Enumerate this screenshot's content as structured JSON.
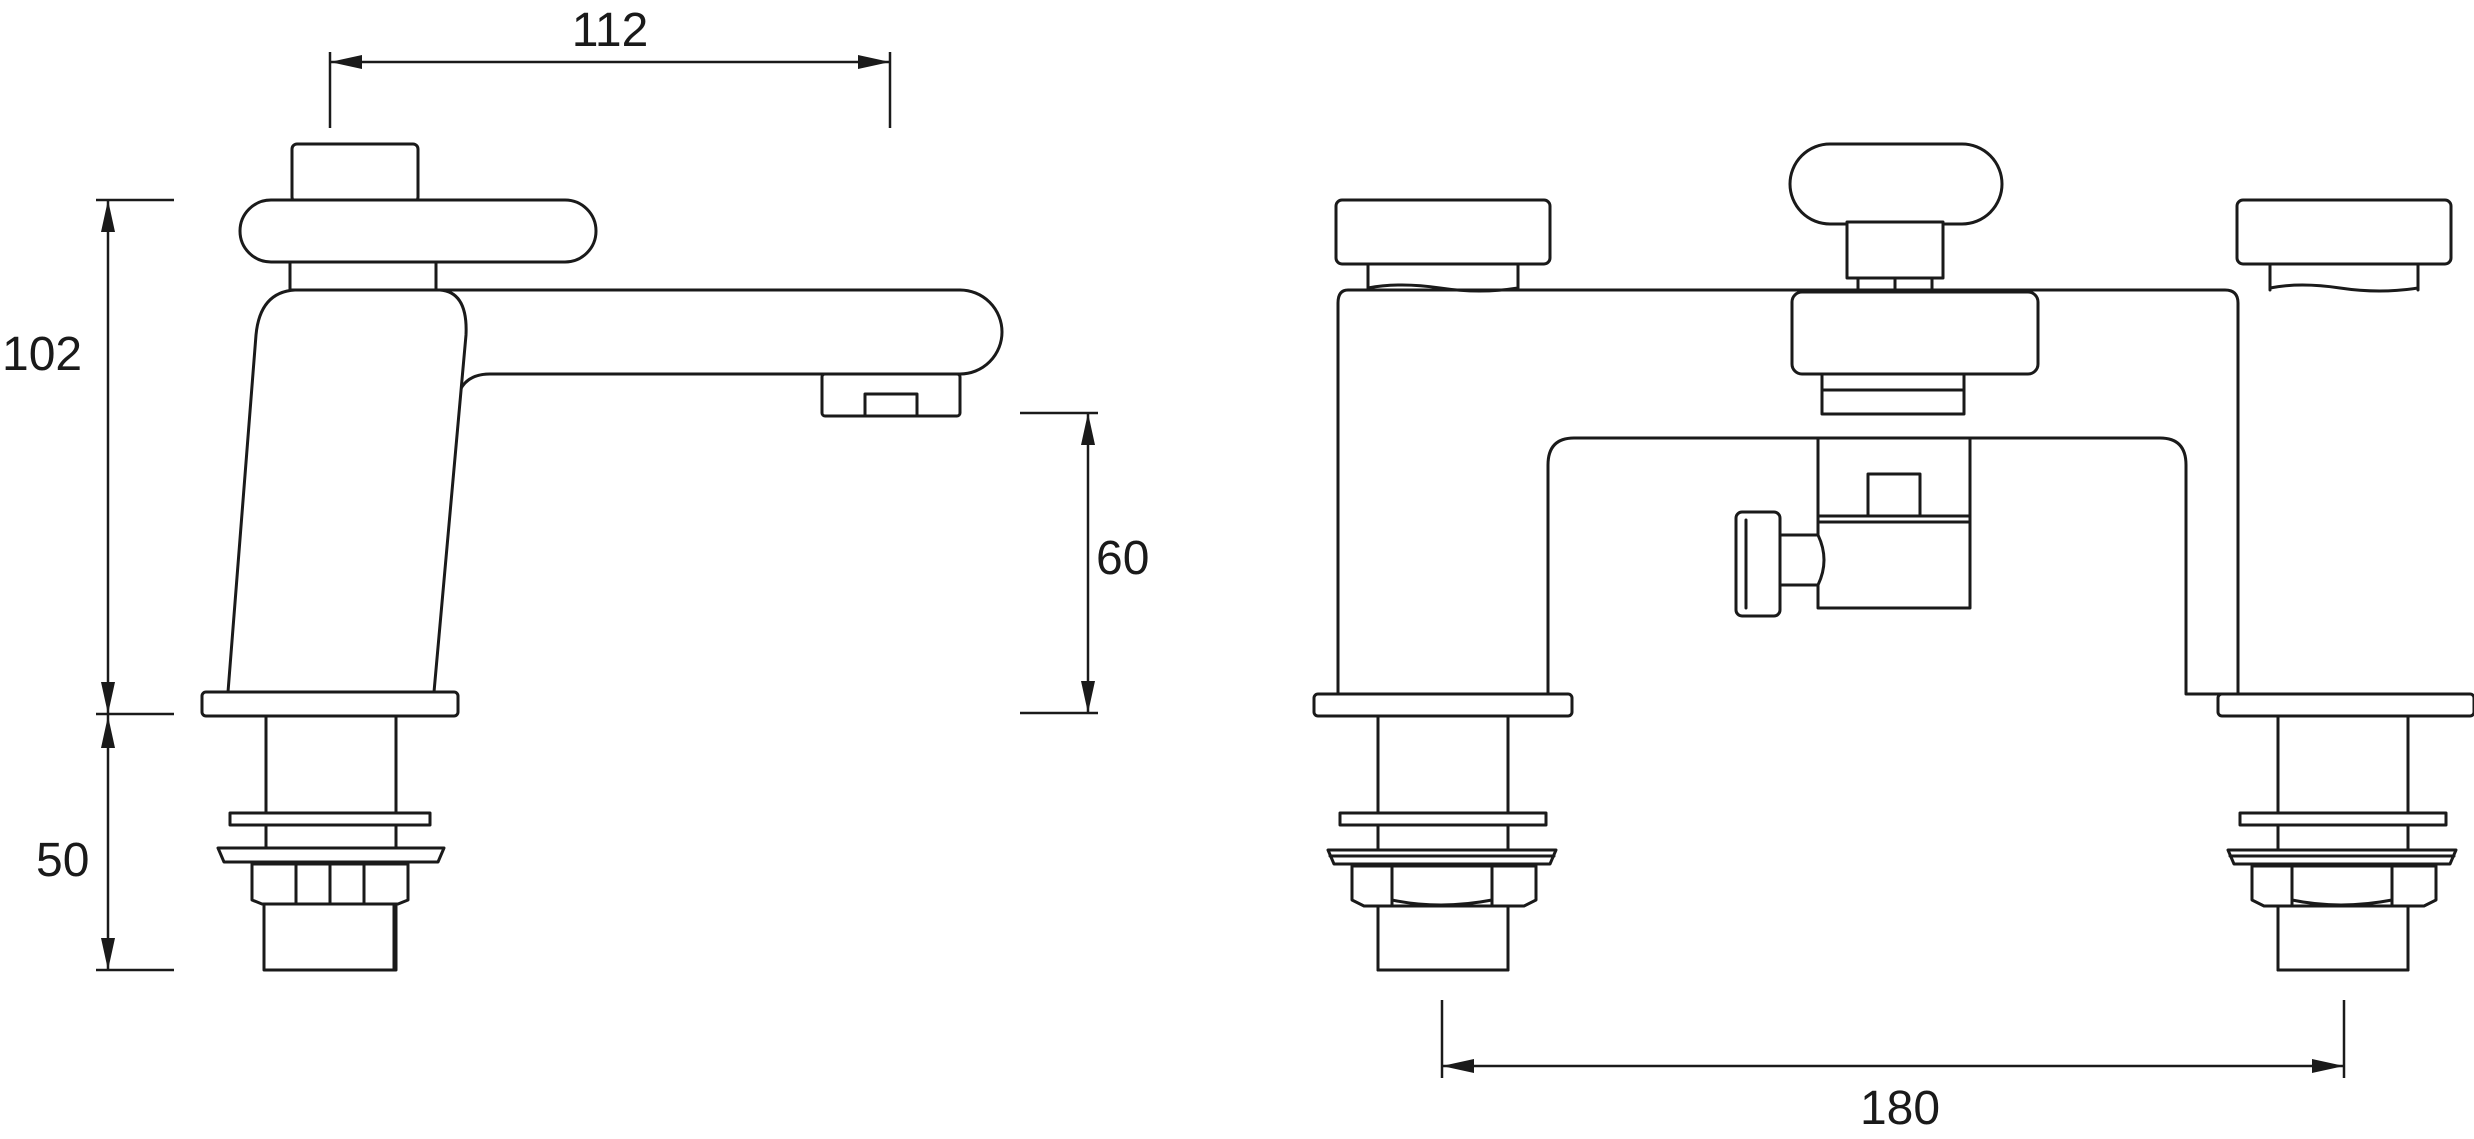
{
  "dimensions": {
    "spout_reach": "112",
    "overall_height": "102",
    "spout_clearance": "60",
    "tail_length": "50",
    "tap_centres": "180"
  }
}
